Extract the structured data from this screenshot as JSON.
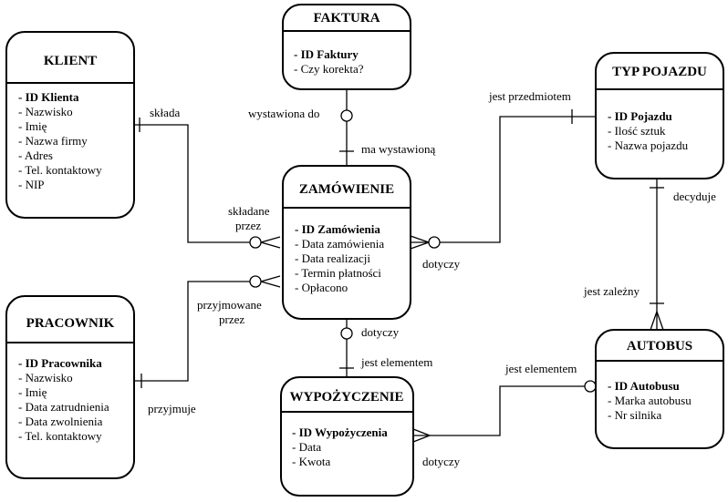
{
  "entities": {
    "faktura": {
      "title": "FAKTURA",
      "pk": "ID Faktury",
      "attrs": [
        "- Czy korekta?"
      ]
    },
    "klient": {
      "title": "KLIENT",
      "pk": "ID Klienta",
      "attrs": [
        "- Nazwisko",
        "- Imię",
        "- Nazwa firmy",
        "- Adres",
        "- Tel. kontaktowy",
        "- NIP"
      ]
    },
    "typ_pojazdu": {
      "title": "TYP POJAZDU",
      "pk": "ID Pojazdu",
      "attrs": [
        "- Ilość sztuk",
        "- Nazwa pojazdu"
      ]
    },
    "zamowienie": {
      "title": "ZAMÓWIENIE",
      "pk": "ID Zamówienia",
      "attrs": [
        "- Data zamówienia",
        "- Data realizacji",
        "- Termin płatności",
        "- Opłacono"
      ]
    },
    "pracownik": {
      "title": "PRACOWNIK",
      "pk": "ID Pracownika",
      "attrs": [
        "- Nazwisko",
        "- Imię",
        "- Data zatrudnienia",
        "- Data zwolnienia",
        "- Tel. kontaktowy"
      ]
    },
    "autobus": {
      "title": "AUTOBUS",
      "pk": "ID Autobusu",
      "attrs": [
        "- Marka autobusu",
        "- Nr silnika"
      ]
    },
    "wypozyczenie": {
      "title": "WYPOŻYCZENIE",
      "pk": "ID Wypożyczenia",
      "attrs": [
        "- Data",
        "- Kwota"
      ]
    }
  },
  "labels": {
    "sklada": "składa",
    "skladane_1": "składane",
    "skladane_2": "przez",
    "wystawiona_do": "wystawiona do",
    "ma_wystawiona": "ma wystawioną",
    "jest_przedmiotem": "jest przedmiotem",
    "dotyczy_typ": "dotyczy",
    "decyduje": "decyduje",
    "jest_zalezny": "jest zależny",
    "przyjmowane_1": "przyjmowane",
    "przyjmowane_2": "przez",
    "przyjmuje": "przyjmuje",
    "dotyczy_wyp": "dotyczy",
    "jest_elementem_wyp": "jest elementem",
    "jest_elementem_aut": "jest elementem",
    "dotyczy_aut": "dotyczy"
  }
}
